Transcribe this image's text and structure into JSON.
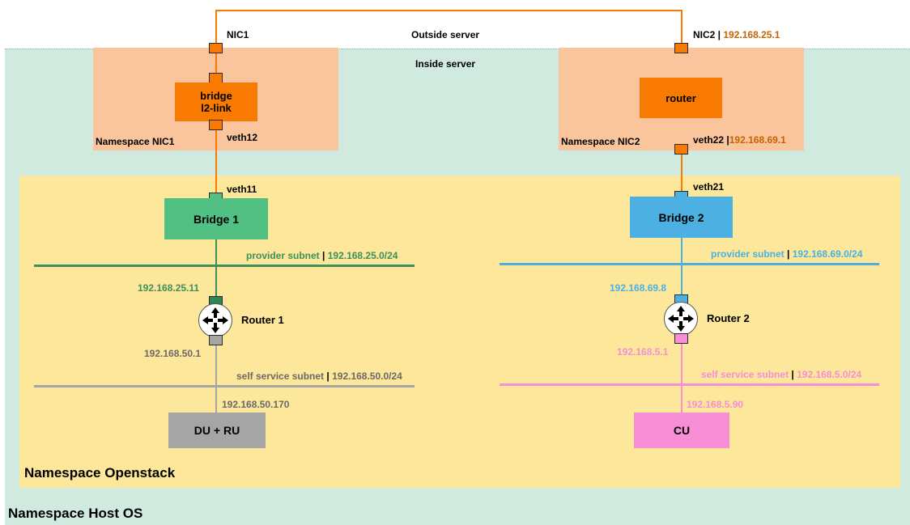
{
  "outside_server_label": "Outside server",
  "inside_server_label": "Inside server",
  "host_os_label": "Namespace Host OS",
  "openstack_label": "Namespace Openstack",
  "ns_nic1": {
    "label": "Namespace NIC1",
    "nic_label": "NIC1",
    "bridge_text_1": "bridge",
    "bridge_text_2": "l2-link",
    "veth_label": "veth12"
  },
  "ns_nic2": {
    "label": "Namespace NIC2",
    "nic_label": "NIC2",
    "nic_sep": " | ",
    "nic_ip": "192.168.25.1",
    "router_label": "router",
    "veth_label": "veth22",
    "veth_sep": " |",
    "veth_ip": "192.168.69.1"
  },
  "left": {
    "veth_label": "veth11",
    "bridge_label": "Bridge 1",
    "provider_subnet_label": "provider subnet",
    "provider_sep": " | ",
    "provider_subnet_cidr": "192.168.25.0/24",
    "router_ip_top": "192.168.25.11",
    "router_label": "Router 1",
    "router_ip_bottom": "192.168.50.1",
    "selfservice_subnet_label": "self service subnet",
    "selfservice_sep": " | ",
    "selfservice_subnet_cidr": "192.168.50.0/24",
    "host_ip": "192.168.50.170",
    "host_label": "DU + RU"
  },
  "right": {
    "veth_label": "veth21",
    "bridge_label": "Bridge 2",
    "provider_subnet_label": "provider subnet",
    "provider_sep": " | ",
    "provider_subnet_cidr": "192.168.69.0/24",
    "router_ip_top": "192.168.69.8",
    "router_label": "Router 2",
    "router_ip_bottom": "192.168.5.1",
    "selfservice_subnet_label": "self service subnet",
    "selfservice_sep": " | ",
    "selfservice_subnet_cidr": "192.168.5.0/24",
    "host_ip": "192.168.5.90",
    "host_label": "CU"
  },
  "colors": {
    "host_os_bg": "#d0eadf",
    "openstack_bg": "#fce79b",
    "namespace_nic_bg": "#fac59c",
    "orange": "#f97a00",
    "orange_text": "#c46400",
    "green": "#3f8f5c",
    "green_box": "#52c083",
    "green_port": "#2f8556",
    "blue": "#4cb0e2",
    "gray": "#a5a5a5",
    "pink": "#f78ed6"
  }
}
